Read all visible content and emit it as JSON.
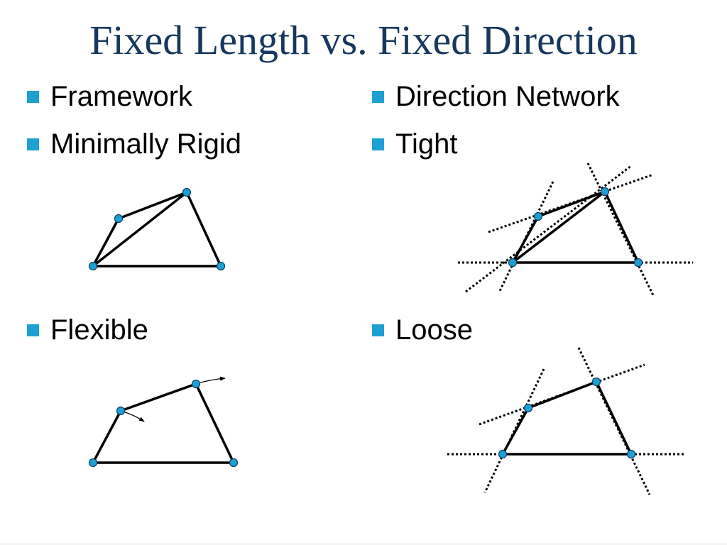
{
  "slide": {
    "title": "Fixed Length vs. Fixed Direction",
    "bullets": {
      "framework": "Framework",
      "minimally_rigid": "Minimally Rigid",
      "flexible": "Flexible",
      "direction_network": "Direction Network",
      "tight": "Tight",
      "loose": "Loose"
    }
  },
  "colors": {
    "title": "#17375e",
    "bullet_marker": "#1ea0d2",
    "vertex": "#1ea0d2",
    "edge": "#000000"
  }
}
